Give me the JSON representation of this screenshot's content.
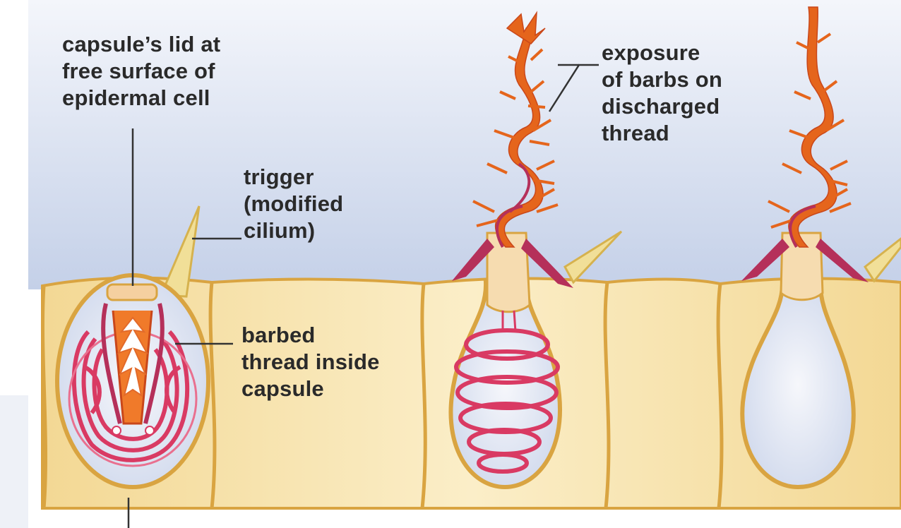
{
  "labels": {
    "capsule_lid": [
      "capsule’s lid at",
      "free surface of",
      "epidermal cell"
    ],
    "trigger": [
      "trigger",
      "(modified",
      "cilium)"
    ],
    "barbed_thread": [
      "barbed",
      "thread inside",
      "capsule"
    ],
    "exposure": [
      "exposure",
      "of barbs on",
      "discharged",
      "thread"
    ]
  },
  "colors": {
    "sky_top": "#e8ecf6",
    "sky_bottom": "#c9d4ea",
    "cell_fill": "#f7e3b0",
    "cell_outline": "#d9a441",
    "capsule_interior": "#e4e8f3",
    "thread_pink": "#d93a63",
    "barb_orange": "#e5651c",
    "barb_magenta": "#b5305a",
    "trigger_fill": "#f1df98",
    "leader_line": "#333333"
  }
}
